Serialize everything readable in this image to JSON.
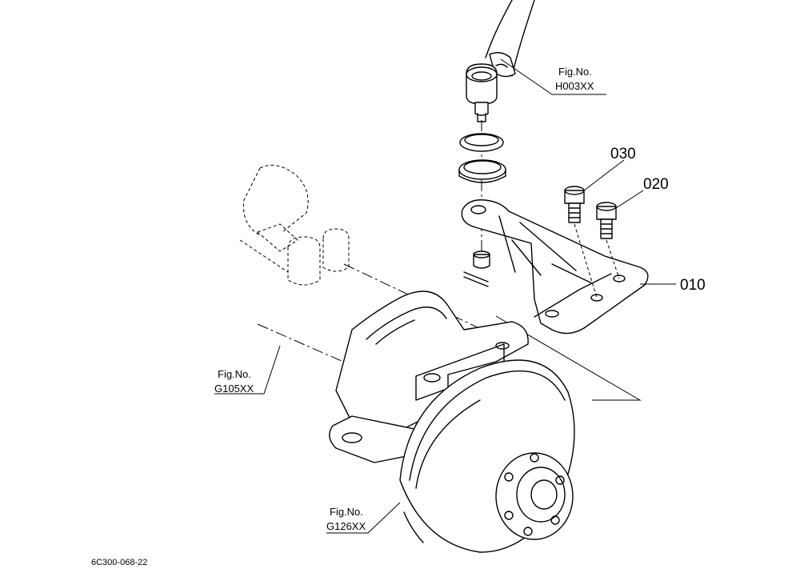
{
  "callouts": {
    "part_010": "010",
    "part_020": "020",
    "part_030": "030"
  },
  "references": {
    "top": {
      "line1": "Fig.No.",
      "line2": "H003XX"
    },
    "left": {
      "line1": "Fig.No.",
      "line2": "G105XX"
    },
    "bottom": {
      "line1": "Fig.No.",
      "line2": "G126XX"
    }
  },
  "drawing_code": "6C300-068-22"
}
